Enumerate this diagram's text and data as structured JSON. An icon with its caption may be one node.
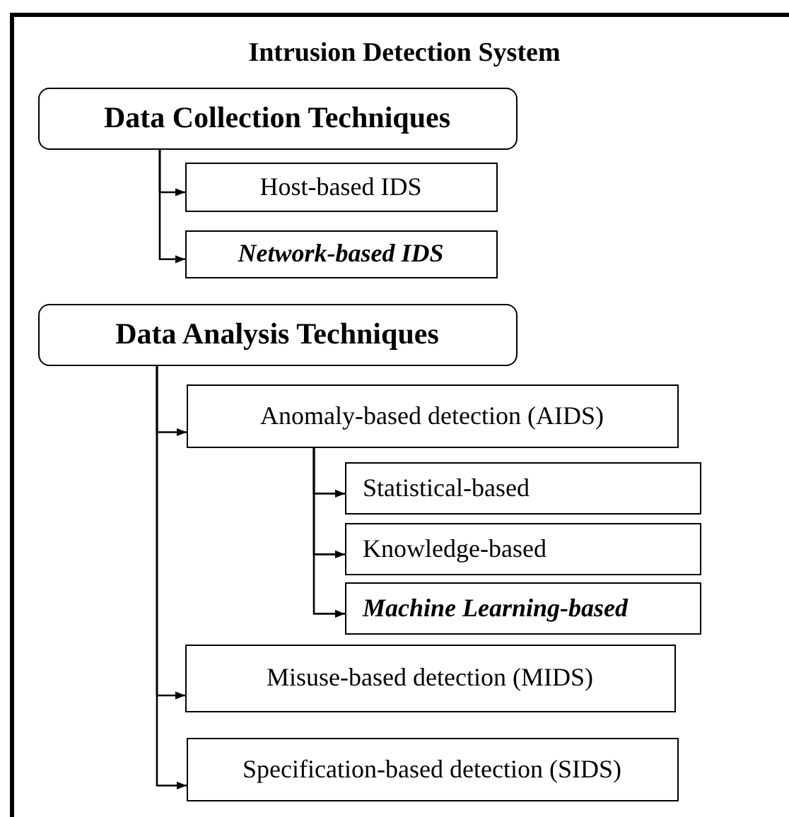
{
  "diagram": {
    "nodes": [
      {
        "text": [
          "Intrusion Detection System"
        ]
      },
      {
        "text": [
          "Data Collection Techniques"
        ],
        "in": 0
      },
      {
        "text": [
          "Host-based IDS"
        ],
        "in": 0
      },
      {
        "text": [
          "Network-based IDS"
        ],
        "in": 0
      },
      {
        "text": [
          "Data Analysis Techniques"
        ],
        "in": 0
      },
      {
        "text": [
          "Anomaly-based detection (AIDS)"
        ],
        "in": 0
      },
      {
        "text": [
          "Statistical-based"
        ],
        "in": 0
      },
      {
        "text": [
          "Knowledge-based"
        ],
        "in": 0
      },
      {
        "text": [
          "Machine Learning-based"
        ],
        "in": 0
      },
      {
        "text": [
          "Misuse-based detection (MIDS)"
        ],
        "in": 0
      },
      {
        "text": [
          "Specification-based detection (SIDS)"
        ],
        "in": 0
      }
    ],
    "edges": [
      {
        "from": 1,
        "to": 2,
        "arrow": "to"
      },
      {
        "from": 1,
        "to": 3,
        "arrow": "to"
      },
      {
        "from": 4,
        "to": 5,
        "arrow": "to"
      },
      {
        "from": 5,
        "to": 6,
        "arrow": "to"
      },
      {
        "from": 5,
        "to": 7,
        "arrow": "to"
      },
      {
        "from": 5,
        "to": 8,
        "arrow": "to"
      },
      {
        "from": 4,
        "to": 9,
        "arrow": "to"
      },
      {
        "from": 4,
        "to": 10,
        "arrow": "to"
      }
    ]
  }
}
